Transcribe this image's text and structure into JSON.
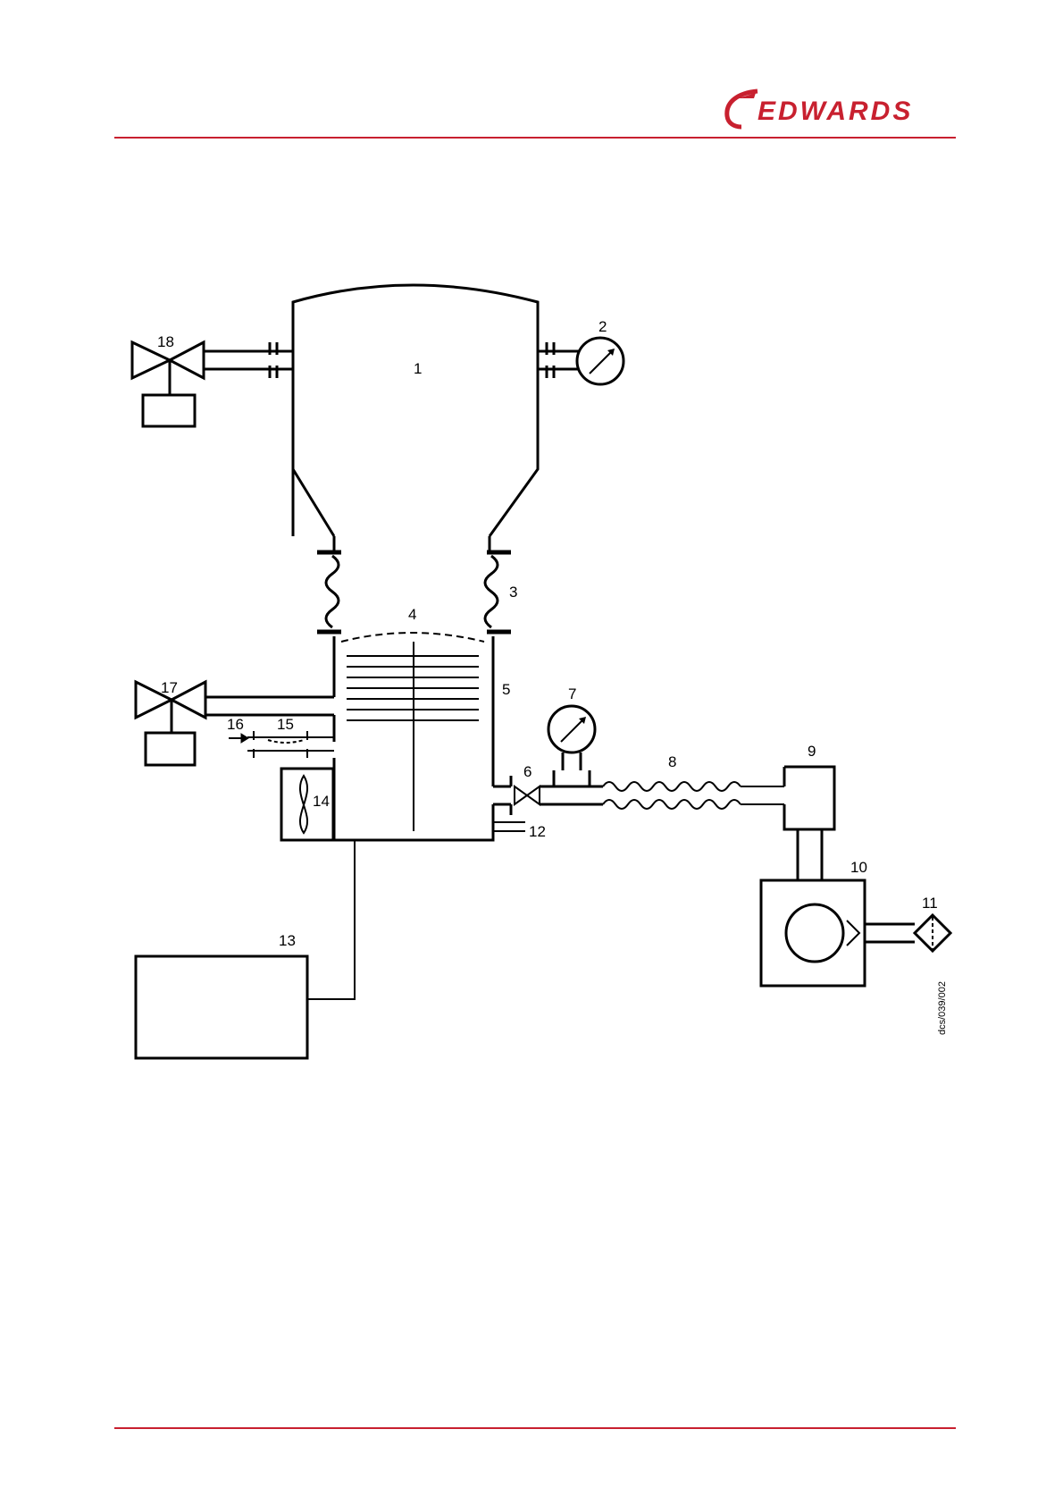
{
  "header": {
    "brand": "EDWARDS",
    "brand_color": "#c8202f"
  },
  "diagram": {
    "reference": "dcs/039/002",
    "callouts": {
      "c1": "1",
      "c2": "2",
      "c3": "3",
      "c4": "4",
      "c5": "5",
      "c6": "6",
      "c7": "7",
      "c8": "8",
      "c9": "9",
      "c10": "10",
      "c11": "11",
      "c12": "12",
      "c13": "13",
      "c14": "14",
      "c15": "15",
      "c16": "16",
      "c17": "17",
      "c18": "18"
    }
  }
}
